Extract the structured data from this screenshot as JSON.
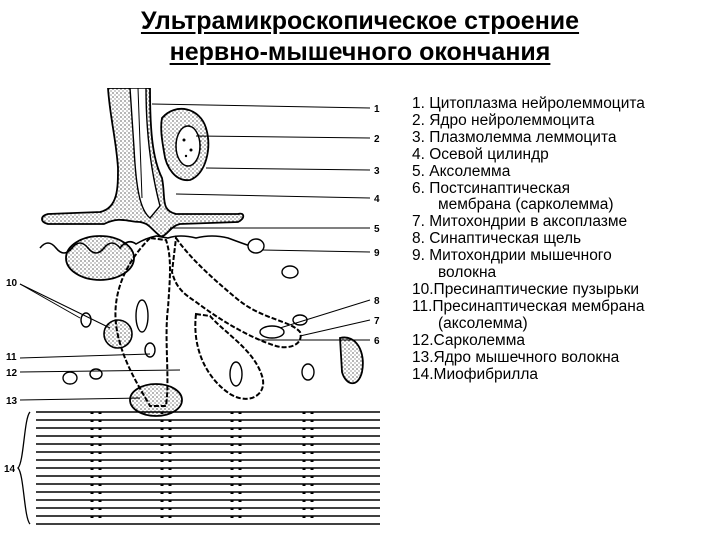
{
  "title": {
    "line1": "Ультрамикроскопическое строение",
    "line2": "нервно-мышечного окончания"
  },
  "legend": [
    {
      "text": "1. Цитоплазма нейролеммоцита",
      "cont": ""
    },
    {
      "text": "2. Ядро нейролеммоцита",
      "cont": ""
    },
    {
      "text": "3. Плазмолемма леммоцита",
      "cont": ""
    },
    {
      "text": "4. Осевой цилиндр",
      "cont": ""
    },
    {
      "text": "5. Аксолемма",
      "cont": ""
    },
    {
      "text": "6. Постсинаптическая",
      "cont": "мембрана (сарколемма)"
    },
    {
      "text": "7. Митохондрии в аксоплазме",
      "cont": ""
    },
    {
      "text": "8. Синаптическая щель",
      "cont": ""
    },
    {
      "text": "9. Митохондрии мышечного",
      "cont": "волокна"
    },
    {
      "text": "10.Пресинаптические пузырьки",
      "cont": ""
    },
    {
      "text": "11.Пресинаптическая мембрана",
      "cont": "(аксолемма)"
    },
    {
      "text": "12.Сарколемма",
      "cont": ""
    },
    {
      "text": "13.Ядро мышечного волокна",
      "cont": ""
    },
    {
      "text": "14.Миофибрилла",
      "cont": ""
    }
  ],
  "labels": {
    "right": [
      "1",
      "2",
      "3",
      "4",
      "5",
      "9",
      "8",
      "7",
      "6"
    ],
    "left": [
      "10",
      "11",
      "12",
      "13",
      "14"
    ]
  }
}
